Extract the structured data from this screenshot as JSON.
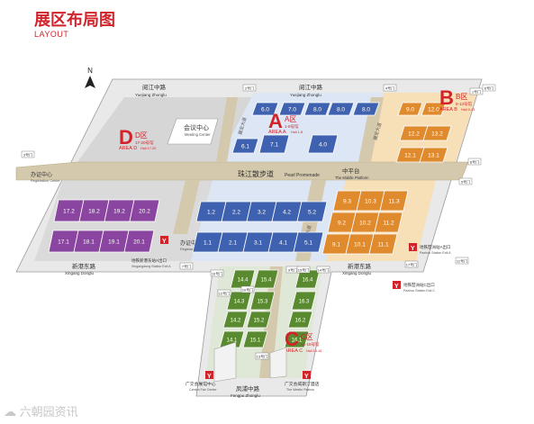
{
  "header": {
    "title": "展区布局图",
    "subtitle": "LAYOUT"
  },
  "compass": "N",
  "roads": {
    "north_left_cn": "阅江中路",
    "north_left_en": "Yuejiang Zhonglu",
    "north_right_cn": "阅江中路",
    "north_right_en": "Yuejiang Zhonglu",
    "south_left_cn": "新港东路",
    "south_left_en": "Xingang Donglu",
    "south_right_cn": "新港东路",
    "south_right_en": "Xingang Donglu",
    "bottom_cn": "凤浦中路",
    "bottom_en": "Fengpu Zhonglu",
    "promenade_cn": "珠江散步道",
    "promenade_en": "Pearl Promenade",
    "middle_cn": "中平台",
    "middle_en": "The Middle Platform"
  },
  "areas": {
    "A": {
      "letter": "A",
      "cn": "A区",
      "halls": "1-8号馆",
      "en": "AREA A",
      "en_halls": "Hall 1-8"
    },
    "B": {
      "letter": "B",
      "cn": "B区",
      "halls": "9-13号馆",
      "en": "AREA B",
      "en_halls": "Hall 9-13"
    },
    "C": {
      "letter": "C",
      "cn": "C区",
      "halls": "14-16号馆",
      "en": "AREA C",
      "en_halls": "Hall 14-16"
    },
    "D": {
      "letter": "D",
      "cn": "D区",
      "halls": "17-20号馆",
      "en": "AREA D",
      "en_halls": "Hall 17-20"
    }
  },
  "halls": {
    "a_top": [
      "6.0",
      "7.0",
      "8.0",
      "8.0",
      "8.0",
      "6.1",
      "7.1",
      "4.0"
    ],
    "a_low": [
      "1.2",
      "2.2",
      "3.2",
      "4.2",
      "5.2",
      "1.1",
      "2.1",
      "3.1",
      "4.1",
      "5.1"
    ],
    "b_top": [
      "9.0",
      "12.0",
      "12.2",
      "13.2",
      "12.1",
      "13.1"
    ],
    "b_low": [
      "9.3",
      "10.3",
      "11.3",
      "9.2",
      "10.2",
      "11.2",
      "9.1",
      "10.1",
      "11.1"
    ],
    "d": [
      "17.2",
      "18.2",
      "19.2",
      "20.2",
      "17.1",
      "18.1",
      "19.1",
      "20.1"
    ],
    "c": [
      "14.4",
      "15.4",
      "16.4",
      "14.3",
      "15.3",
      "16.3",
      "14.2",
      "15.2",
      "16.2",
      "14.1",
      "15.1",
      "16.1"
    ]
  },
  "labels": {
    "meeting_cn": "会议中心",
    "meeting_en": "Meeting Center",
    "office_cn": "办证中心",
    "office_en": "Registration Center",
    "office2_cn": "办证中心",
    "office2_en": "Registration Center",
    "pazhou_a_cn": "地铁琶洲站A出口",
    "pazhou_a_en": "Pazhou Station Exit A",
    "xingang_cn": "地铁新港东站A出口",
    "xingang_en": "Xingangdong Station Exit A",
    "pazhou_c_cn": "地铁琶洲站C出口",
    "pazhou_c_en": "Pazhou Station Exit C",
    "a_corridor": "展览大道",
    "b_corridor": "展览大道",
    "c_corridor": "展览大道",
    "canton_center_cn": "广交会展馆中心",
    "canton_center_en": "Canton Fair Center",
    "metro_cn": "广交会威斯汀酒店",
    "metro_en": "The Westin Pazhou"
  },
  "gates": [
    "2号门",
    "3号门",
    "4号门",
    "1号门",
    "5号门",
    "6号门",
    "7号门",
    "8号门",
    "9号门",
    "10号门",
    "11号门",
    "12号门",
    "13号门",
    "14号门",
    "15号门",
    "16号门",
    "17号门"
  ],
  "metro_badge": "Y",
  "watermark": "六朝园资讯",
  "colors": {
    "red": "#d2232a",
    "plaza": "#d4c9ad",
    "blue": "#3f62b0",
    "orange": "#e08a2e",
    "purple": "#8a45a0",
    "green": "#5a8a30",
    "a_bg": "#dce6f4",
    "b_bg": "#f7dfb8",
    "road": "#e6e6e6"
  }
}
